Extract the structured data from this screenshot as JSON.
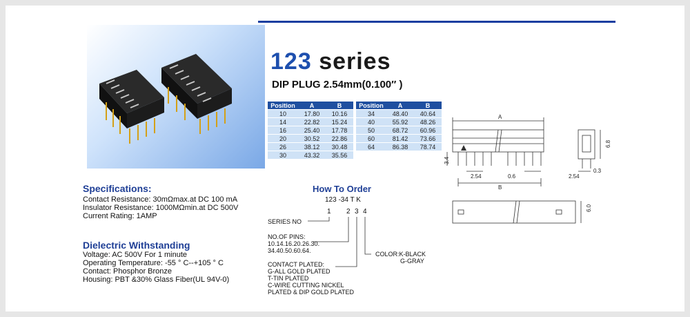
{
  "product": {
    "series_number": "123",
    "series_word": "series",
    "subtitle": "DIP PLUG 2.54mm(0.100″ )"
  },
  "table1": {
    "headers": [
      "Position",
      "A",
      "B"
    ],
    "rows": [
      [
        "10",
        "17.80",
        "10.16"
      ],
      [
        "14",
        "22.82",
        "15.24"
      ],
      [
        "16",
        "25.40",
        "17.78"
      ],
      [
        "20",
        "30.52",
        "22.86"
      ],
      [
        "26",
        "38.12",
        "30.48"
      ],
      [
        "30",
        "43.32",
        "35.56"
      ]
    ]
  },
  "table2": {
    "headers": [
      "Position",
      "A",
      "B"
    ],
    "rows": [
      [
        "34",
        "48.40",
        "40.64"
      ],
      [
        "40",
        "55.92",
        "48.26"
      ],
      [
        "50",
        "68.72",
        "60.96"
      ],
      [
        "60",
        "81.42",
        "73.66"
      ],
      [
        "64",
        "86.38",
        "78.74"
      ]
    ]
  },
  "specifications": {
    "heading": "Specifications:",
    "lines": [
      "Contact Resistance: 30mΩmax.at DC 100 mA",
      "Insulator Resistance: 1000MΩmin.at DC 500V",
      "Current Rating: 1AMP"
    ]
  },
  "dielectric": {
    "heading": "Dielectric Withstanding",
    "lines": [
      "Voltage: AC 500V For 1 minute",
      "Operating Temperature:  -55 °  C--+105 °  C",
      "Contact: Phosphor Bronze",
      "Housing: PBT &30% Glass Fiber(UL 94V-0)"
    ]
  },
  "order": {
    "heading": "How To Order",
    "code": "123 -34 T K",
    "digits": [
      "1",
      "2",
      "3",
      "4"
    ],
    "series_no": "SERIES NO",
    "pins_label": "NO.OF PINS:",
    "pins_line1": "10.14.16.20.26.30.",
    "pins_line2": "34.40.50.60.64.",
    "plated_label": "CONTACT PLATED:",
    "plated_lines": [
      "G-ALL GOLD PLATED",
      "T-TIN PLATED",
      "C-WIRE CUTTING NICKEL",
      "PLATED & DIP GOLD PLATED"
    ],
    "color_label": "COLOR:K-BLACK",
    "color_gray": "G-GRAY"
  },
  "drawing": {
    "dim_a": "A",
    "dim_b": "B",
    "pitch": "2.54",
    "pin_width": "0.6",
    "height_pin": "3.4",
    "side_height": "6.8",
    "side_pitch": "2.54",
    "side_thickness": "0.3",
    "bottom_height": "6.0"
  },
  "colors": {
    "accent_blue": "#1f4fa0",
    "table_cell": "#cfe2f6"
  }
}
